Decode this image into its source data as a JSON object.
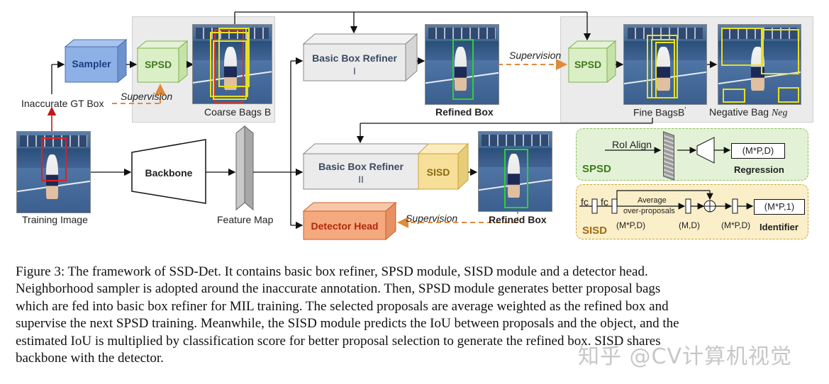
{
  "diagram": {
    "sampler": "Sampler",
    "spsd_top": "SPSD",
    "spsd_right": "SPSD",
    "coarse_bags": "Coarse Bags B",
    "inaccurate_gt": "Inaccurate GT Box",
    "supervision_1": "Supervision",
    "supervision_2": "Supervision",
    "supervision_3": "Supervision",
    "bbr1_line1": "Basic Box Refiner",
    "bbr1_line2": "I",
    "bbr2_line1": "Basic Box Refiner",
    "bbr2_line2": "II",
    "sisd_block": "SISD",
    "refined_box_top": "Refined Box",
    "refined_box_bottom": "Refined Box",
    "fine_bags": "Fine BagsB",
    "fine_bags_prime": "′",
    "negative_bag": "Negative Bag",
    "neg_symbol": "Neg",
    "training_image": "Training Image",
    "backbone": "Backbone",
    "feature_map": "Feature Map",
    "detector_head": "Detector Head",
    "spsd_panel": {
      "title": "SPSD",
      "roi_align": "RoI Align",
      "shape": "(M*P,D)",
      "regression": "Regression"
    },
    "sisd_panel": {
      "title": "SISD",
      "fc1": "fc",
      "fc2": "fc",
      "average": "Average",
      "over_proposals": "over-proposals",
      "dim1": "(M*P,D)",
      "dim2": "(M,D)",
      "dim3": "(M*P,D)",
      "out": "(M*P,1)",
      "identifier": "Identifier"
    },
    "colors": {
      "sampler_blue": "#7fa6e0",
      "spsd_green": "#d6ecc0",
      "sisd_yellow": "#f5dd92",
      "detector_orange": "#f4a97f",
      "refiner_gray": "#e9e9e9",
      "supervision_orange": "#e08a3c"
    }
  },
  "caption": {
    "line1": "Figure 3: The framework of SSD-Det.  It contains basic box refiner, SPSD module, SISD module and a detector head.",
    "line2": "Neighborhood sampler is adopted around the inaccurate annotation.  Then, SPSD module generates better proposal bags",
    "line3": "which are fed into basic box refiner for MIL training.  The selected proposals are average weighted as the refined box and",
    "line4": "supervise the next SPSD training.  Meanwhile, the SISD module predicts the IoU between proposals and the object, and the",
    "line5": "estimated IoU is multiplied by classification score for better proposal selection to generate the refined box.  SISD shares",
    "line6": "backbone with the detector."
  },
  "watermark": "知乎 @CV计算机视觉"
}
